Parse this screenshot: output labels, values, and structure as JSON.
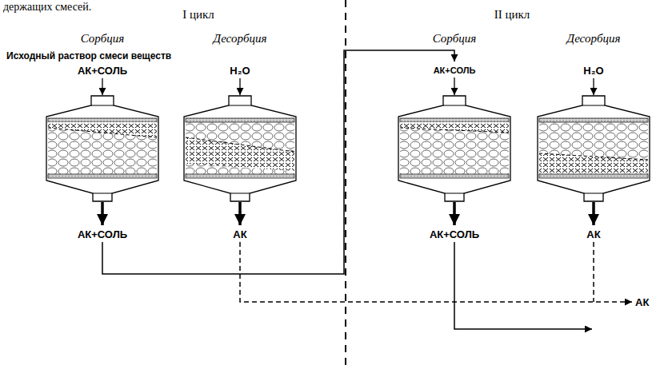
{
  "diagram": {
    "labels": [
      "держащих смесей.",
      "I цикл",
      "II цикл",
      "Сорбция",
      "Десорбция",
      "Исходный раствор смеси веществ",
      "АК+СОЛЬ",
      "H₂O",
      "Сорбция",
      "Десорбция",
      "АК+СОЛЬ",
      "H₂O",
      "АК+СОЛЬ",
      "АК",
      "АК+СОЛЬ",
      "АК",
      "АК"
    ]
  }
}
